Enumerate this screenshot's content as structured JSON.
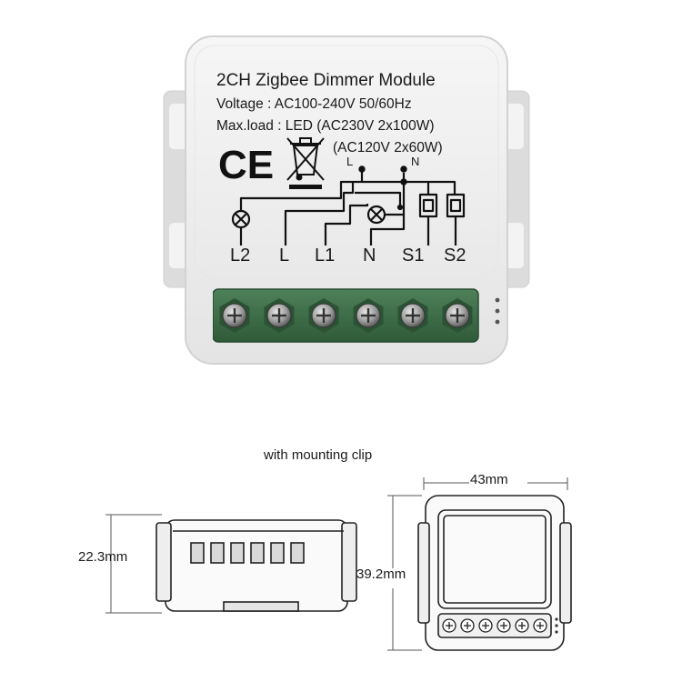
{
  "product": {
    "title": "2CH Zigbee Dimmer Module",
    "voltage_line": "Voltage : AC100-240V 50/60Hz",
    "maxload_line1": "Max.load : LED (AC230V 2x100W)",
    "maxload_line2": "(AC120V 2x60W)",
    "ce_mark": "CE",
    "diagram_labels": {
      "top_l": "L",
      "top_n": "N",
      "terminals": [
        "L2",
        "L",
        "L1",
        "N",
        "S1",
        "S2"
      ]
    },
    "housing_color": "#ececec",
    "terminal_color": "#3f6e4a"
  },
  "dimensions": {
    "clip_caption": "with mounting clip",
    "height_side": "22.3mm",
    "width_front": "43mm",
    "height_front": "39.2mm"
  }
}
